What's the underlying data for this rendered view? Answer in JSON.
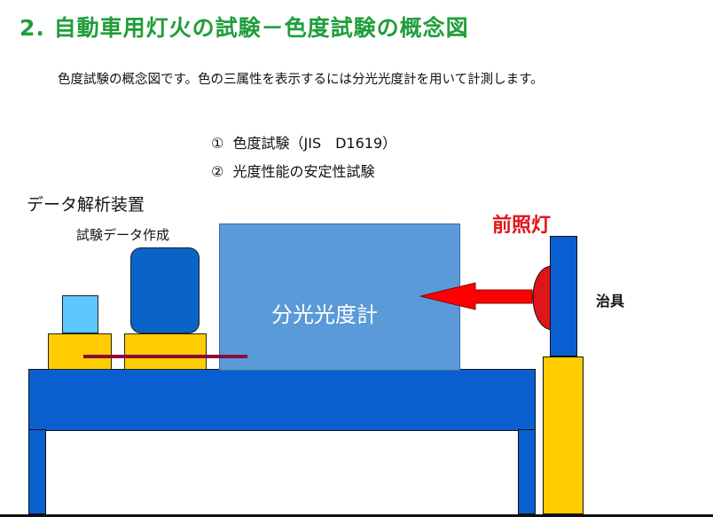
{
  "slide": {
    "title": "2. 自動車用灯火の試験－色度試験の概念図",
    "description": "色度試験の概念図です。色の三属性を表示するには分光光度計を用いて計測します。",
    "items": [
      {
        "number": "①",
        "text": "色度試験（JIS　D1619）"
      },
      {
        "number": "②",
        "text": "光度性能の安定性試験"
      }
    ]
  },
  "diagram": {
    "labels": {
      "data_analysis": "データ解析装置",
      "data_creation": "試験データ作成",
      "headlight": "前照灯",
      "jig": "治具",
      "spectrophotometer": "分光光度計"
    },
    "colors": {
      "title_green": "#1f9e3b",
      "headlight_red": "#e0141b",
      "arrow_red": "#ff0000",
      "spectro_blue": "#5b9ad8",
      "table_blue": "#0a5fd0",
      "yellow": "#ffcc00",
      "light_blue": "#5cc8ff",
      "cable": "#8b0a3a"
    }
  }
}
